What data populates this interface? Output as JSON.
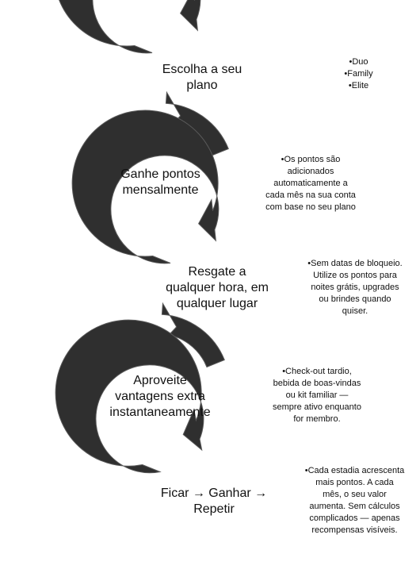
{
  "colors": {
    "ring": "#2f2f2f",
    "ring_outline": "#5a5a5a",
    "background": "#ffffff",
    "text": "#111111"
  },
  "steps": [
    {
      "label_lines": [
        "Escolha a seu",
        "plano"
      ],
      "note_lines": [
        "•Duo",
        "•Family",
        "•Elite"
      ]
    },
    {
      "label_lines": [
        "Ganhe pontos",
        "mensalmente"
      ],
      "note_lines": [
        "•Os pontos são",
        "adicionados",
        "automaticamente a",
        "cada mês na sua conta",
        "com base no seu plano"
      ]
    },
    {
      "label_lines": [
        "Resgate a",
        "qualquer hora, em",
        "qualquer lugar"
      ],
      "note_lines": [
        "•Sem datas de bloqueio.",
        "Utilize os pontos para",
        "noites grátis, upgrades",
        "ou brindes quando",
        "quiser."
      ]
    },
    {
      "label_lines": [
        "Aproveite",
        "vantagens extra",
        "instantaneamente"
      ],
      "note_lines": [
        "•Check-out tardio,",
        "bebida de boas-vindas",
        "ou kit familiar —",
        "sempre ativo enquanto",
        "for membro."
      ]
    },
    {
      "label_lines": [
        "Ficar → Ganhar →",
        "Repetir"
      ],
      "note_lines": [
        "•Cada estadia acrescenta",
        "mais pontos. A cada",
        "mês, o seu valor",
        "aumenta. Sem cálculos",
        "complicados — apenas",
        "recompensas visíveis."
      ]
    }
  ]
}
